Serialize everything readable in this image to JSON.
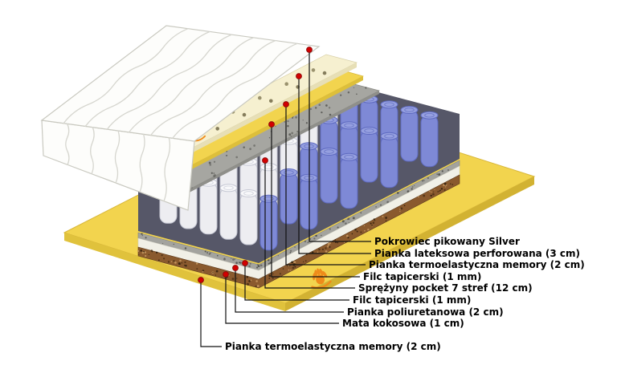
{
  "diagram": {
    "title_none": "",
    "labels": [
      "Pokrowiec pikowany Silver",
      "Pianka lateksowa perforowana (3 cm)",
      "Pianka termoelastyczna memory (2 cm)",
      "Filc tapicerski (1 mm)",
      "Sprężyny pocket 7 stref (12 cm)",
      "Filc tapicerski (1 mm)",
      "Pianka poliuretanowa (2 cm)",
      "Mata kokosowa (1 cm)",
      "Pianka termoelastyczna memory (2 cm)"
    ],
    "icons": [
      "hand-logo"
    ],
    "colors": {
      "foam_yellow": "#f2d44e",
      "foam_yellow_edge": "#d8b73a",
      "latex_cream": "#f6f0d0",
      "felt_gray": "#a6a6a1",
      "pu_white": "#f1f0e7",
      "coir_brown": "#8a5a2e",
      "spring_blue": "#7e89d6",
      "spring_white": "#ededf1",
      "dot_red": "#d40000",
      "logo_orange": "#ef8b1a",
      "line_black": "#111111",
      "cover_white": "#fdfdfb"
    }
  }
}
